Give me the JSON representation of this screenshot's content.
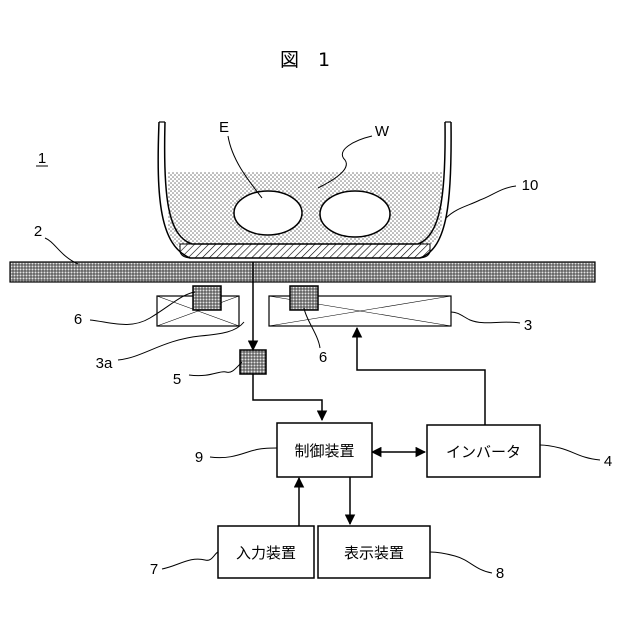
{
  "figure": {
    "title": "図　1",
    "system_label": "1"
  },
  "blocks": {
    "controller": "制御装置",
    "inverter": "インバータ",
    "input": "入力装置",
    "display": "表示装置"
  },
  "labels": {
    "egg": "E",
    "water": "W",
    "pot": "10",
    "top_plate": "2",
    "coil": "3",
    "coil_gap": "3a",
    "inverter": "4",
    "temp_sensor": "5",
    "coil_sensor_left": "6",
    "coil_sensor_right": "6",
    "input": "7",
    "display": "8",
    "controller": "9"
  }
}
